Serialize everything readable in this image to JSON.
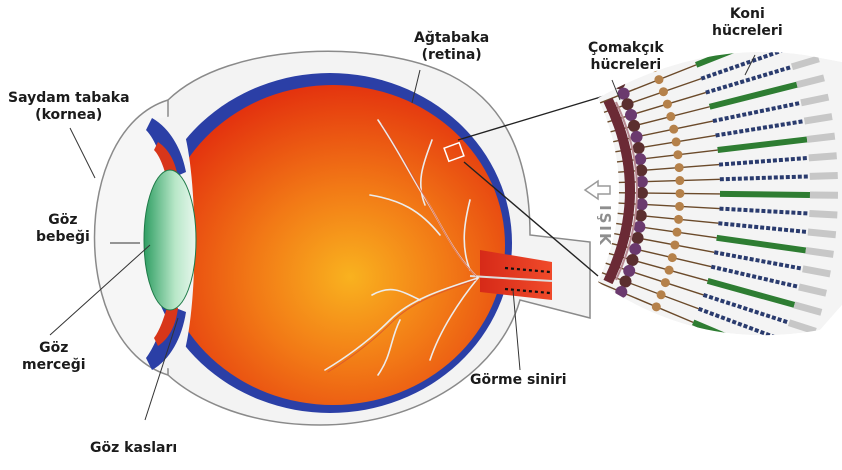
{
  "labels": {
    "cornea": [
      "Saydam tabaka",
      "(kornea)"
    ],
    "pupil": [
      "Göz",
      "bebeği"
    ],
    "lens": [
      "Göz",
      "merceği"
    ],
    "muscles": "Göz kasları",
    "retina": [
      "Ağtabaka",
      "(retina)"
    ],
    "optic_nerve": "Görme siniri",
    "rods": [
      "Çomakçık",
      "hücreleri"
    ],
    "cones": [
      "Koni",
      "hücreleri"
    ],
    "light": "IŞIK"
  },
  "colors": {
    "eyeball_center": "#f7a21a",
    "eyeball_edge": "#e8320f",
    "choroid": "#2b3fa6",
    "sclera": "#f1f1f1",
    "lens": "#9fdcb6",
    "vessels": "#e9e9e9"
  }
}
